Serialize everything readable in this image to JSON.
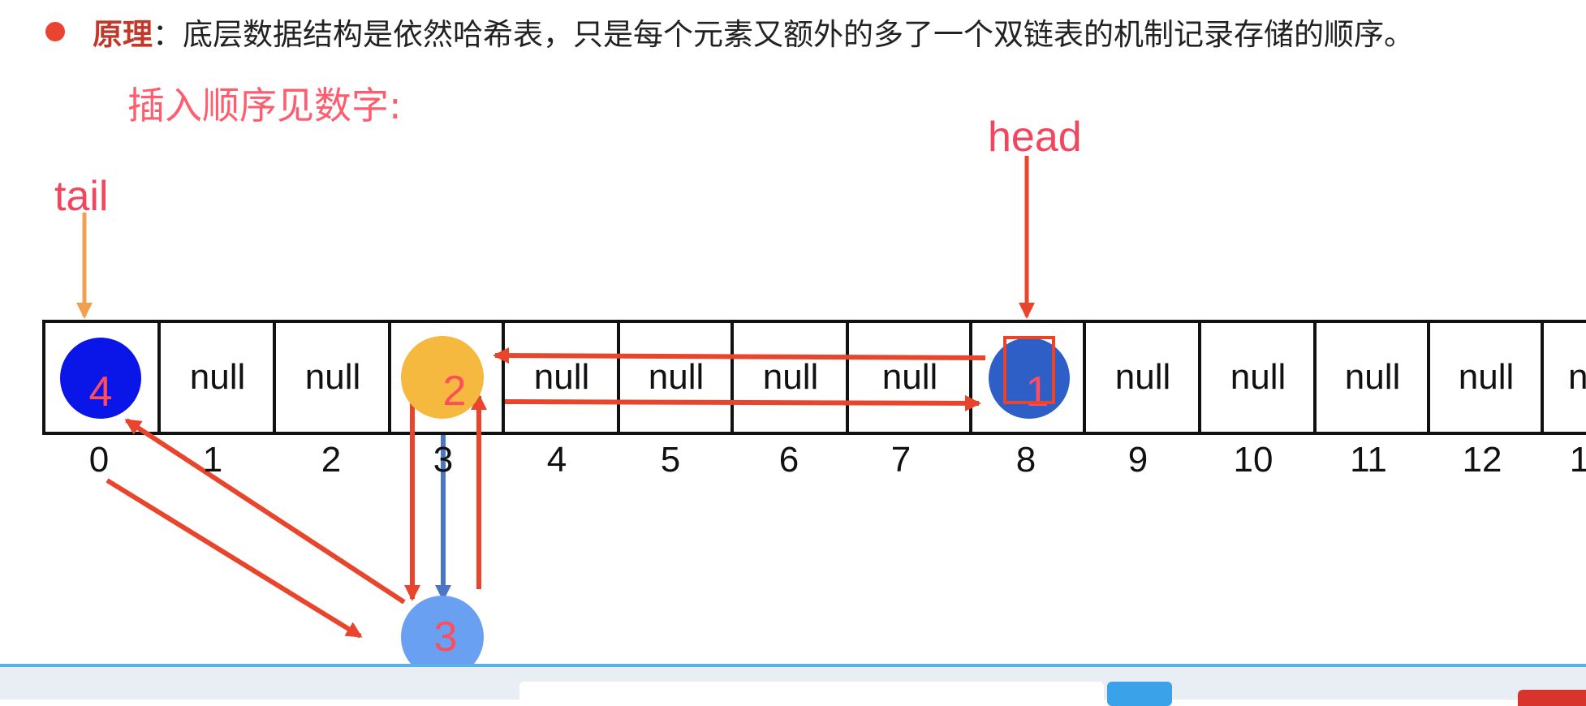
{
  "principle": {
    "term": "原理",
    "colon": "：",
    "text": "底层数据结构是依然哈希表，只是每个元素又额外的多了一个双链表的机制记录存储的顺序。"
  },
  "subtitle": "插入顺序见数字:",
  "labels": {
    "head": "head",
    "tail": "tail"
  },
  "cells": [
    "",
    "null",
    "null",
    "",
    "null",
    "null",
    "null",
    "null",
    "",
    "null",
    "null",
    "null",
    "null",
    "n"
  ],
  "indices": [
    "0",
    "1",
    "2",
    "3",
    "4",
    "5",
    "6",
    "7",
    "8",
    "9",
    "10",
    "11",
    "12",
    "1"
  ],
  "nodes": [
    {
      "order": "1",
      "bucket": 8,
      "color": "#2d5fc6"
    },
    {
      "order": "2",
      "bucket": 3,
      "color": "#f4b93e"
    },
    {
      "order": "3",
      "bucket": 3,
      "color": "#6aa0f2"
    },
    {
      "order": "4",
      "bucket": 0,
      "color": "#0a16e8"
    }
  ],
  "colors": {
    "arrow": "#e8452c",
    "tail_arrow": "#f0a050",
    "chain_arrow": "#4a76c4",
    "order_text": "#ff4d5e"
  }
}
